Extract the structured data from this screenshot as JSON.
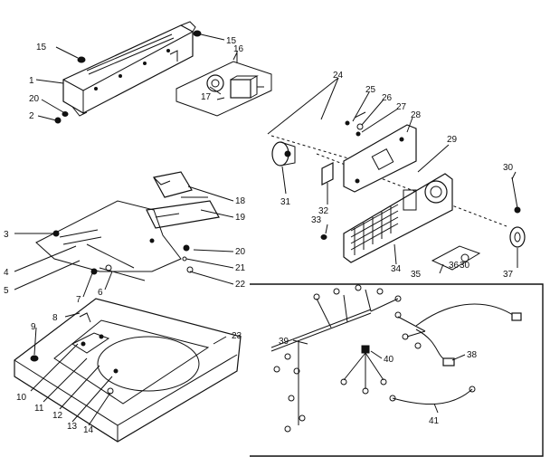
{
  "diagram": {
    "part_labels": {
      "p1": "1",
      "p2": "2",
      "p3": "3",
      "p4": "4",
      "p5": "5",
      "p6": "6",
      "p7": "7",
      "p8": "8",
      "p9": "9",
      "p10": "10",
      "p11": "11",
      "p12": "12",
      "p13": "13",
      "p14": "14",
      "p15a": "15",
      "p15b": "15",
      "p16": "16",
      "p17": "17",
      "p18": "18",
      "p19": "19",
      "p20a": "20",
      "p20b": "20",
      "p21": "21",
      "p22": "22",
      "p23": "23",
      "p24": "24",
      "p25": "25",
      "p26": "26",
      "p27": "27",
      "p28": "28",
      "p29": "29",
      "p30a": "30",
      "p30b": "30",
      "p31": "31",
      "p32": "32",
      "p33": "33",
      "p34": "34",
      "p35": "35",
      "p36": "36",
      "p37": "37",
      "p38": "38",
      "p39": "39",
      "p40": "40",
      "p41": "41"
    }
  }
}
